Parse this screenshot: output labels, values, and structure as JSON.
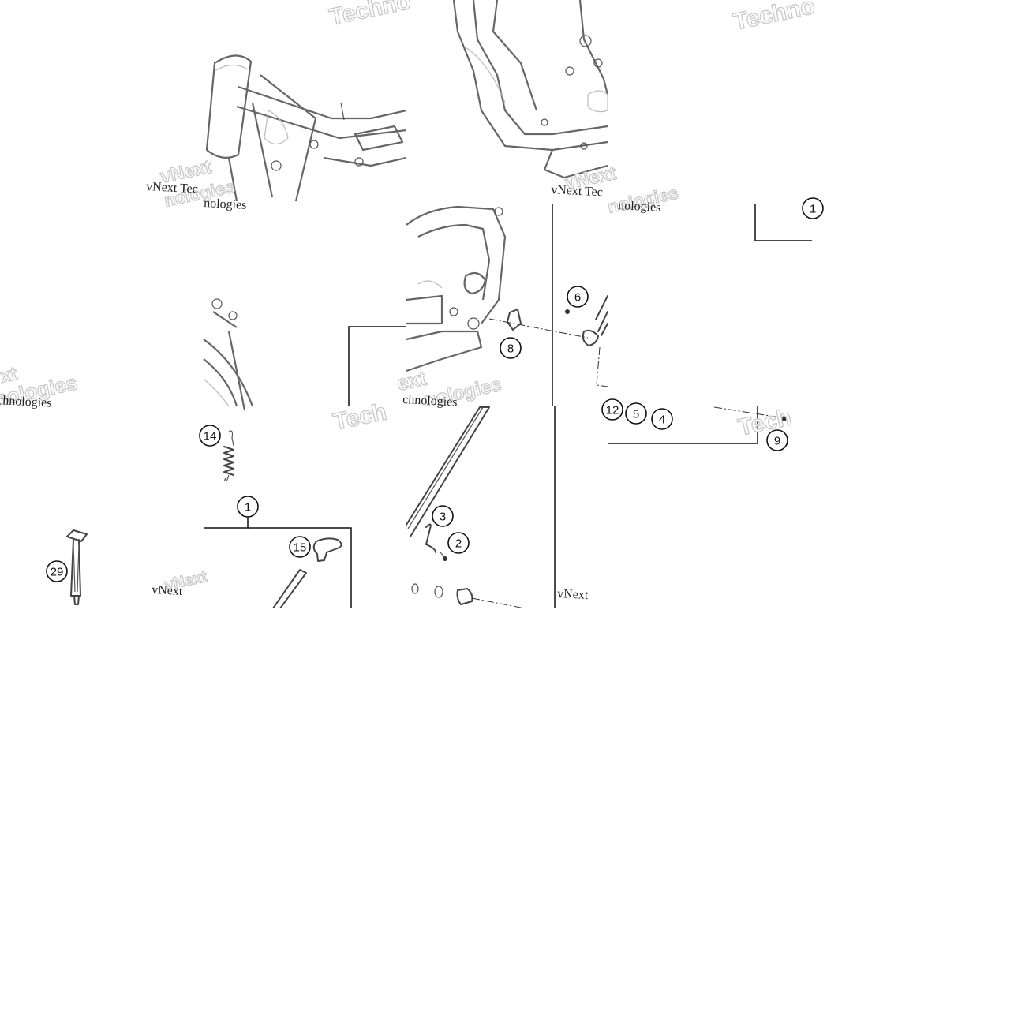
{
  "watermarks": {
    "tech": "Techno",
    "tech_partial": "Tech",
    "vnext": "vNext Tec",
    "vnext_short": "vNext",
    "nologies": "nologies",
    "chnologies": "chnologies",
    "xt": "xt",
    "ext": "ext"
  },
  "callouts": {
    "c1": "1",
    "c1_partial": "1",
    "c2": "2",
    "c3": "3",
    "c4": "4",
    "c5": "5",
    "c6": "6",
    "c8": "8",
    "c9": "9",
    "c12": "12",
    "c14": "14",
    "c15": "15",
    "c29": "29"
  },
  "colors": {
    "line": "#111111",
    "part": "#444444",
    "watermark": "#c9c9c9",
    "background": "#ffffff"
  }
}
